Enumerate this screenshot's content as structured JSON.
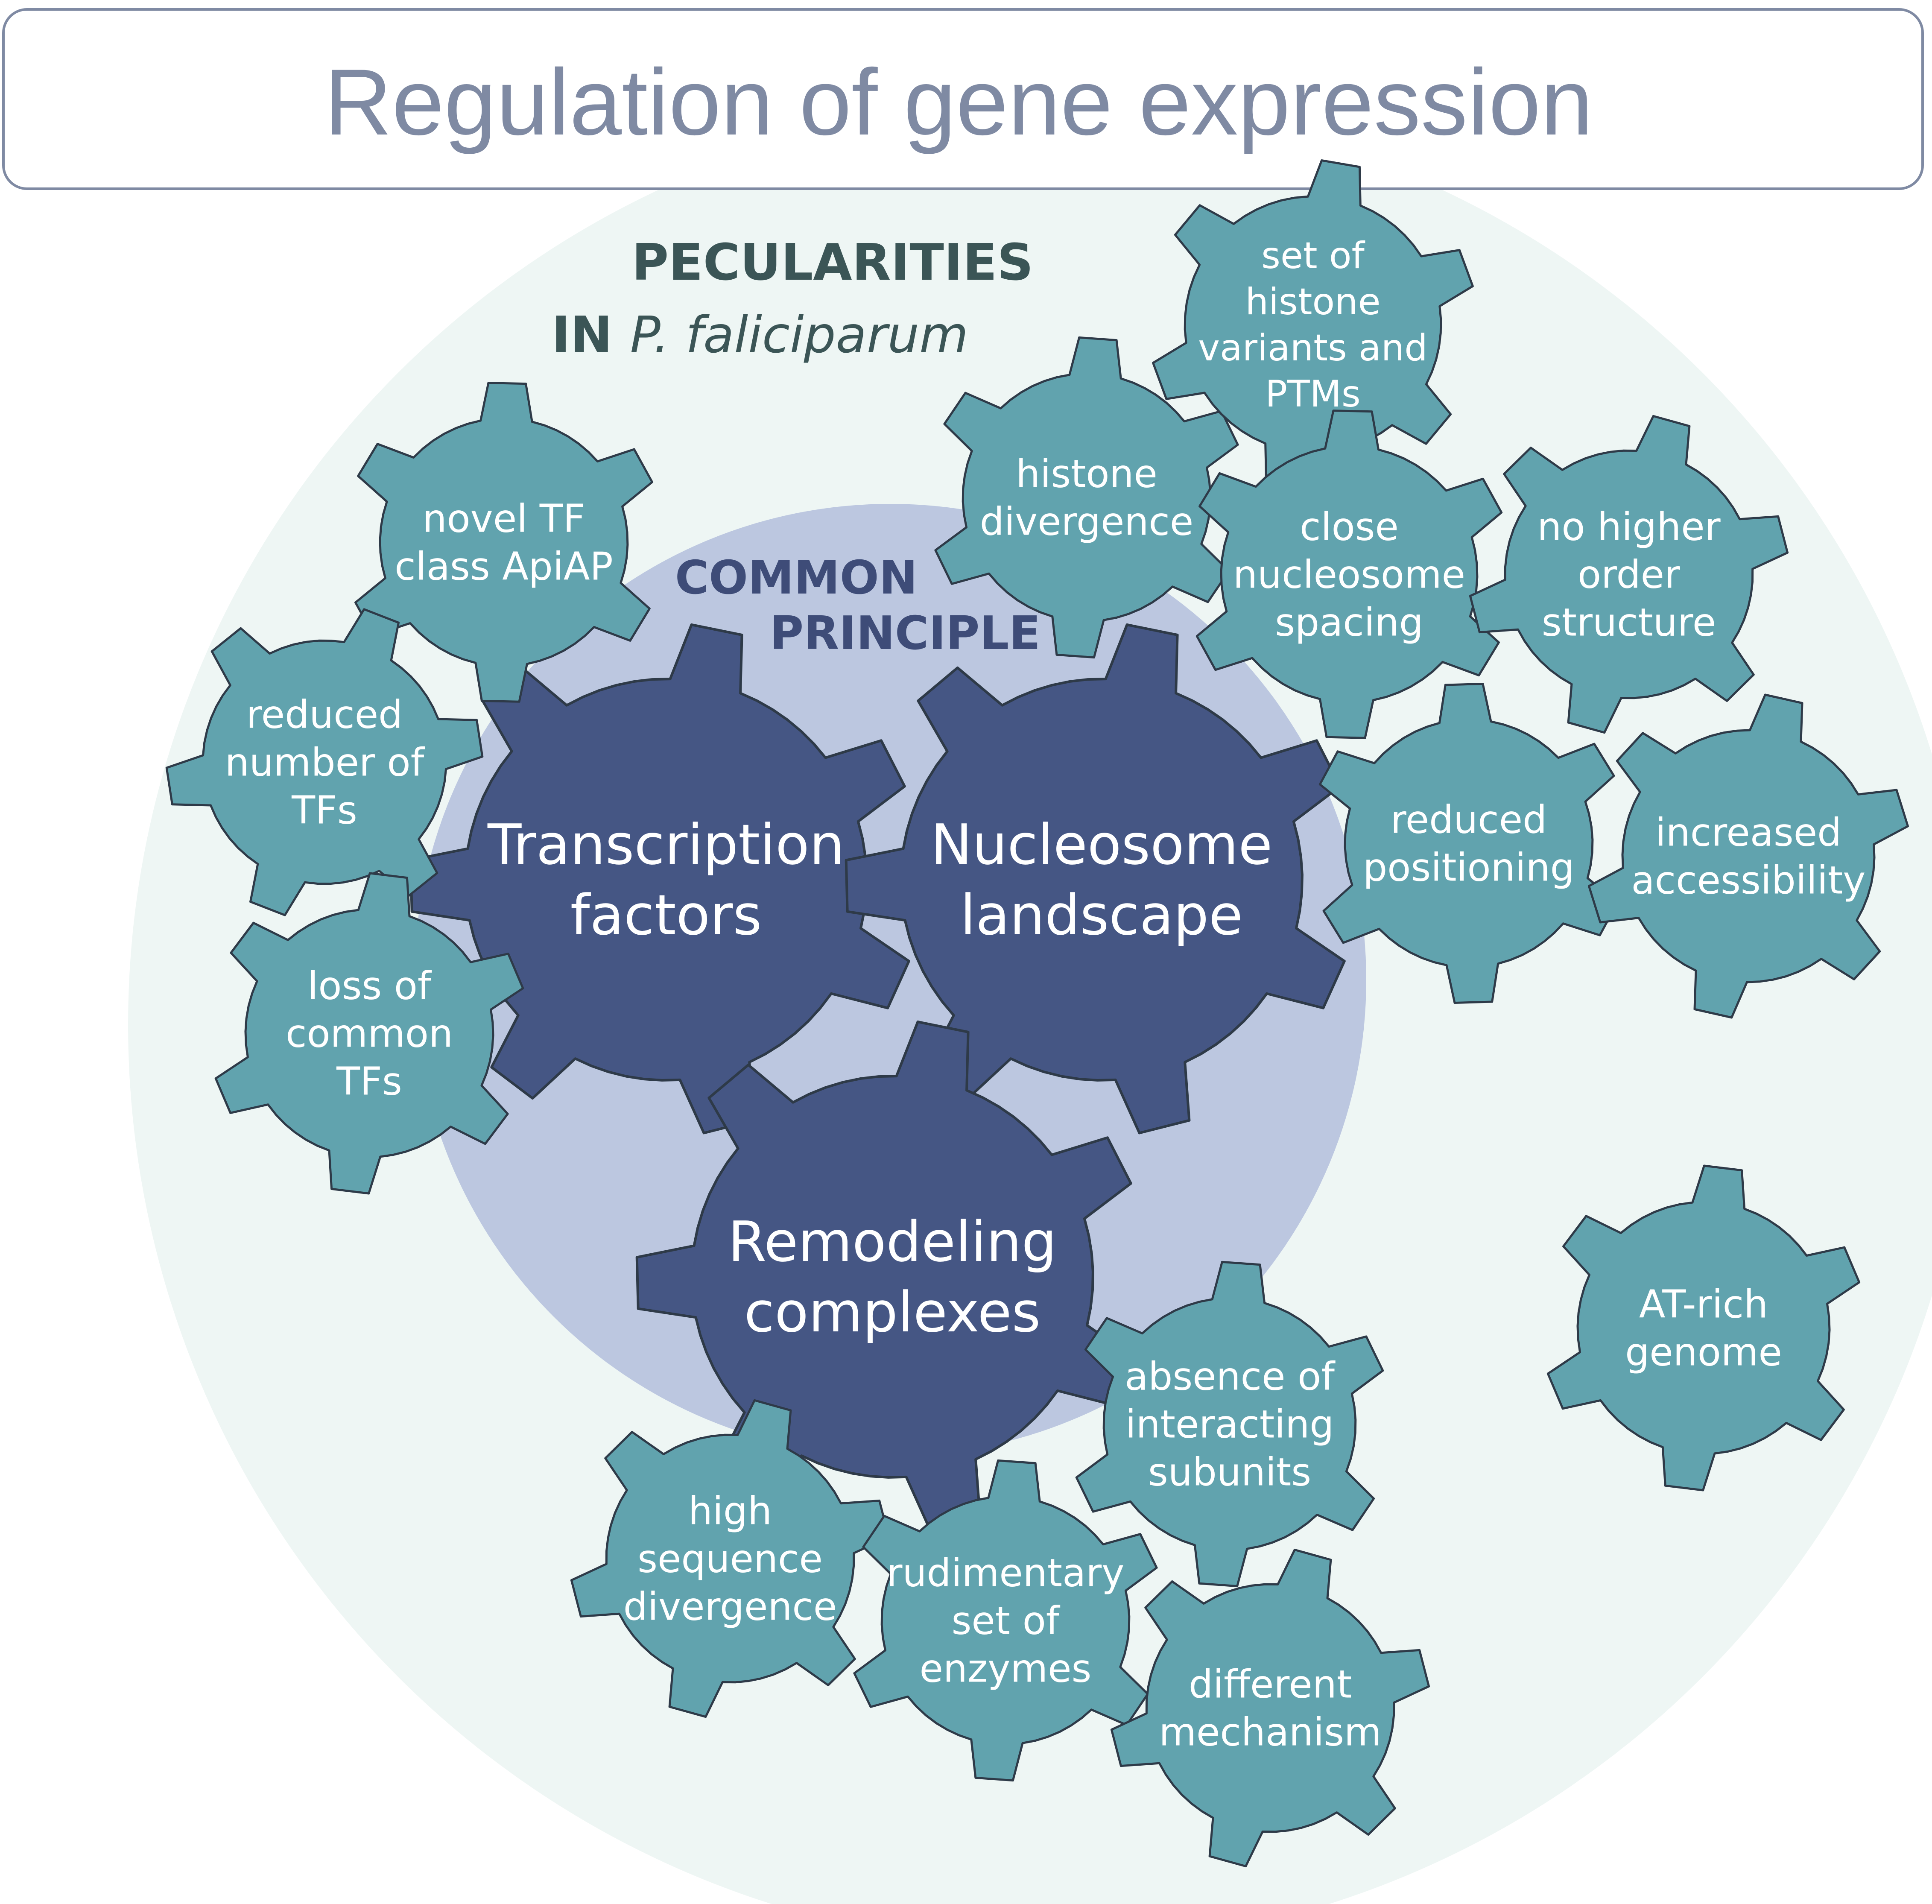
{
  "title": "Regulation of gene expression",
  "peculiarities": {
    "line1": "PECULARITIES",
    "line2_prefix": "IN ",
    "line2_species": "P. faliciparum"
  },
  "common_principle": {
    "line1": "COMMON",
    "line2": "PRINCIPLE"
  },
  "main_gears": [
    {
      "id": "tf",
      "lines": [
        "Transcription",
        "factors"
      ]
    },
    {
      "id": "nucleosome",
      "lines": [
        "Nucleosome",
        "landscape"
      ]
    },
    {
      "id": "remodeling",
      "lines": [
        "Remodeling",
        "complexes"
      ]
    }
  ],
  "peculiarity_gears": [
    {
      "id": "novel-tf",
      "lines": [
        "novel TF",
        "class ApiAP"
      ]
    },
    {
      "id": "reduced-tfs",
      "lines": [
        "reduced",
        "number of",
        "TFs"
      ]
    },
    {
      "id": "loss-tfs",
      "lines": [
        "loss of",
        "common",
        "TFs"
      ]
    },
    {
      "id": "histone-divergence",
      "lines": [
        "histone",
        "divergence"
      ]
    },
    {
      "id": "histone-variants",
      "lines": [
        "set of",
        "histone",
        "variants and",
        "PTMs"
      ]
    },
    {
      "id": "close-spacing",
      "lines": [
        "close",
        "nucleosome",
        "spacing"
      ]
    },
    {
      "id": "no-higher-order",
      "lines": [
        "no higher",
        "order",
        "structure"
      ]
    },
    {
      "id": "reduced-positioning",
      "lines": [
        "reduced",
        "positioning"
      ]
    },
    {
      "id": "increased-accessibility",
      "lines": [
        "increased",
        "accessibility"
      ]
    },
    {
      "id": "at-rich",
      "lines": [
        "AT-rich",
        "genome"
      ]
    },
    {
      "id": "absence-subunits",
      "lines": [
        "absence of",
        "interacting",
        "subunits"
      ]
    },
    {
      "id": "high-divergence",
      "lines": [
        "high",
        "sequence",
        "divergence"
      ]
    },
    {
      "id": "rudimentary-enzymes",
      "lines": [
        "rudimentary",
        "set of",
        "enzymes"
      ]
    },
    {
      "id": "different-mechanism",
      "lines": [
        "different",
        "mechanism"
      ]
    }
  ],
  "colors": {
    "background_circle": "#eef6f4",
    "common_circle": "#bcc7e0",
    "main_gear": "#455684",
    "small_gear": "#61a3ae",
    "gear_outline": "#2e3a48",
    "title_text": "#7f8aa3",
    "section_text": "#3b5556",
    "common_text": "#3e4c78"
  }
}
